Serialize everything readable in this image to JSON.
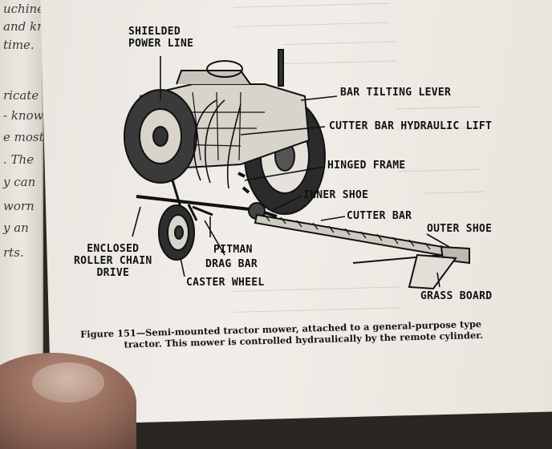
{
  "left_page": {
    "fragments": [
      "uchines,",
      "and know",
      "time.",
      "ricate of",
      "- knows",
      "e most",
      ". The",
      "y can",
      "worn",
      "y an",
      "rts."
    ]
  },
  "labels": {
    "shielded_power_line": [
      "SHIELDED",
      "POWER LINE"
    ],
    "bar_tilting_lever": "BAR TILTING LEVER",
    "cutter_bar_hydraulic_lift": "CUTTER BAR HYDRAULIC LIFT",
    "hinged_frame": "HINGED FRAME",
    "inner_shoe": "INNER SHOE",
    "cutter_bar": "CUTTER BAR",
    "outer_shoe": "OUTER SHOE",
    "enclosed_roller_chain_drive": [
      "ENCLOSED",
      "ROLLER CHAIN",
      "DRIVE"
    ],
    "pitman": "PITMAN",
    "drag_bar": "DRAG BAR",
    "caster_wheel": "CASTER WHEEL",
    "grass_board": "GRASS BOARD"
  },
  "caption": {
    "line1": "Figure 151—Semi-mounted tractor mower, attached to a general-purpose type",
    "line2": "tractor. This mower is controlled hydraulically by the remote cylinder."
  }
}
